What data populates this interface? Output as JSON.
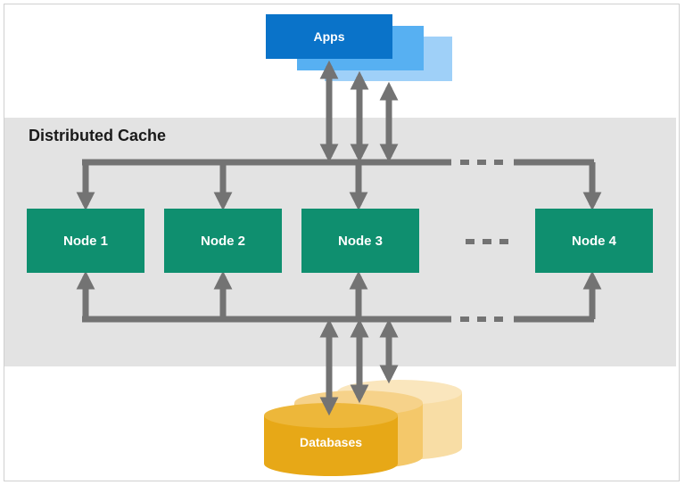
{
  "apps": {
    "label": "Apps"
  },
  "cache": {
    "title": "Distributed Cache"
  },
  "nodes": [
    {
      "label": "Node 1"
    },
    {
      "label": "Node 2"
    },
    {
      "label": "Node 3"
    },
    {
      "label": "Node 4"
    }
  ],
  "databases": {
    "label": "Databases"
  },
  "colors": {
    "node": "#0f8f6f",
    "apps_primary": "#0a73c9",
    "apps_secondary": "#57b0f2",
    "apps_tertiary": "#9fd0f8",
    "database_primary": "#e7a817",
    "database_secondary": "#f4c86a",
    "database_tertiary": "#f8dda5",
    "connector": "#737373",
    "cache_background": "#e3e3e3"
  }
}
